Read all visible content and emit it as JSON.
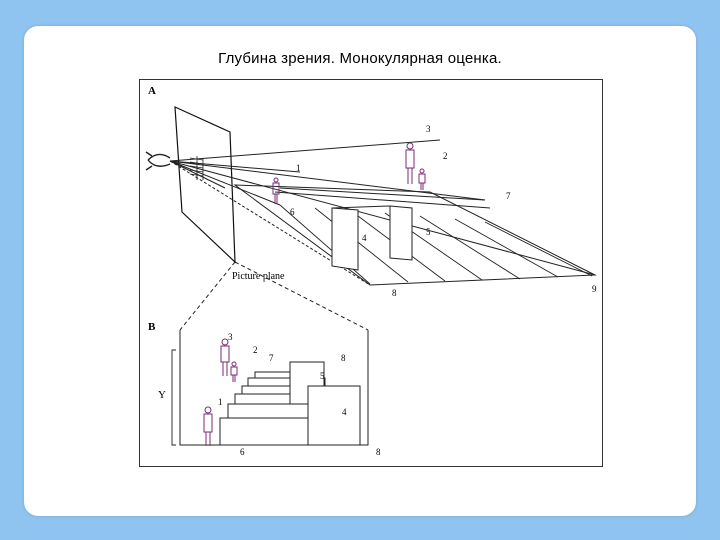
{
  "slide": {
    "title": "Глубина зрения. Монокулярная оценка."
  },
  "figure": {
    "panel_a_label": "A",
    "panel_b_label": "B",
    "picture_plane_label": "Picture plane",
    "y_label": "Y",
    "numbers_a": [
      "3",
      "2",
      "1",
      "7",
      "6",
      "4",
      "5",
      "8",
      "9"
    ],
    "numbers_b": [
      "3",
      "2",
      "7",
      "8",
      "5",
      "1",
      "4",
      "6",
      "8"
    ]
  }
}
